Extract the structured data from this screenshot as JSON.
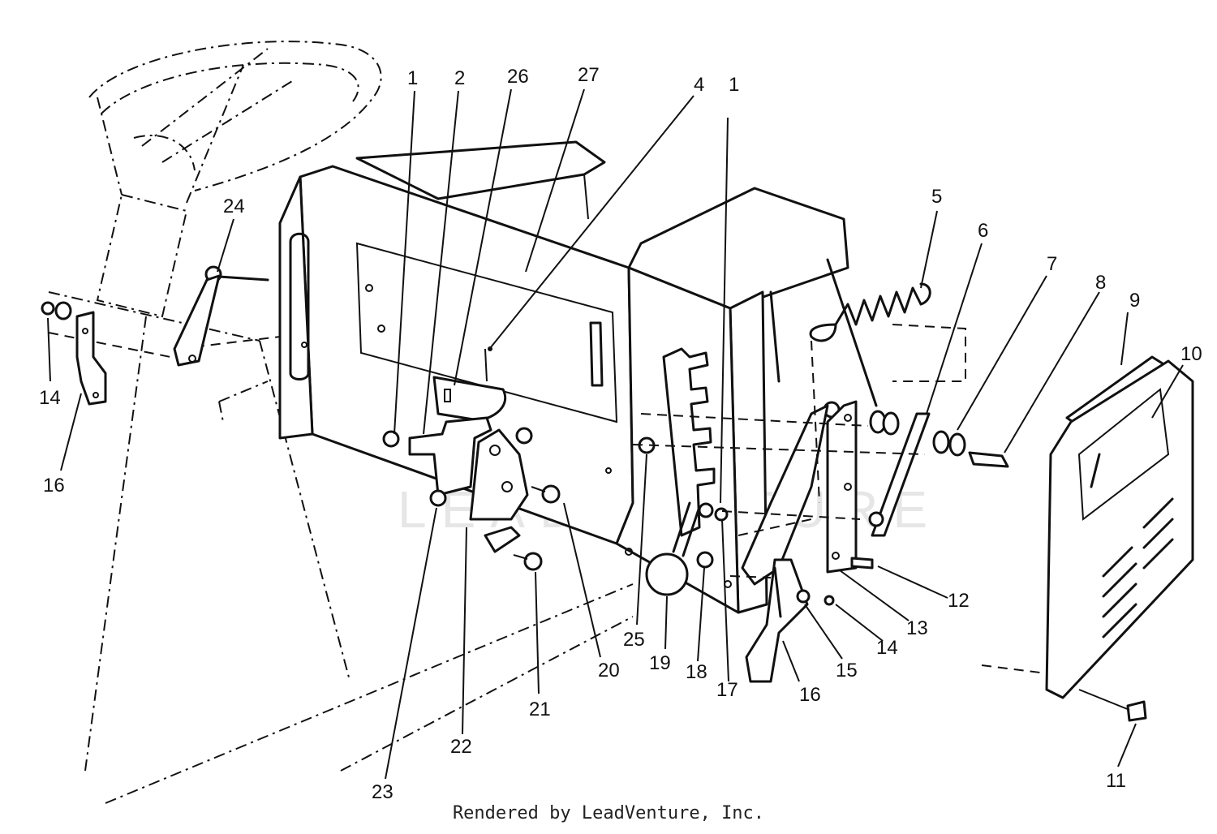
{
  "watermark": "LEADVENTURE",
  "footer": "Rendered by LeadVenture, Inc.",
  "callouts": [
    {
      "id": "c1a",
      "label": "1"
    },
    {
      "id": "c2",
      "label": "2"
    },
    {
      "id": "c26",
      "label": "26"
    },
    {
      "id": "c27",
      "label": "27"
    },
    {
      "id": "c4",
      "label": "4"
    },
    {
      "id": "c1b",
      "label": "1"
    },
    {
      "id": "c5",
      "label": "5"
    },
    {
      "id": "c6",
      "label": "6"
    },
    {
      "id": "c7",
      "label": "7"
    },
    {
      "id": "c8",
      "label": "8"
    },
    {
      "id": "c9",
      "label": "9"
    },
    {
      "id": "c10",
      "label": "10"
    },
    {
      "id": "c24",
      "label": "24"
    },
    {
      "id": "c14a",
      "label": "14"
    },
    {
      "id": "c16a",
      "label": "16"
    },
    {
      "id": "c12",
      "label": "12"
    },
    {
      "id": "c13",
      "label": "13"
    },
    {
      "id": "c14b",
      "label": "14"
    },
    {
      "id": "c15",
      "label": "15"
    },
    {
      "id": "c16b",
      "label": "16"
    },
    {
      "id": "c17",
      "label": "17"
    },
    {
      "id": "c18",
      "label": "18"
    },
    {
      "id": "c19",
      "label": "19"
    },
    {
      "id": "c20",
      "label": "20"
    },
    {
      "id": "c25",
      "label": "25"
    },
    {
      "id": "c21",
      "label": "21"
    },
    {
      "id": "c22",
      "label": "22"
    },
    {
      "id": "c23",
      "label": "23"
    },
    {
      "id": "c11",
      "label": "11"
    }
  ]
}
